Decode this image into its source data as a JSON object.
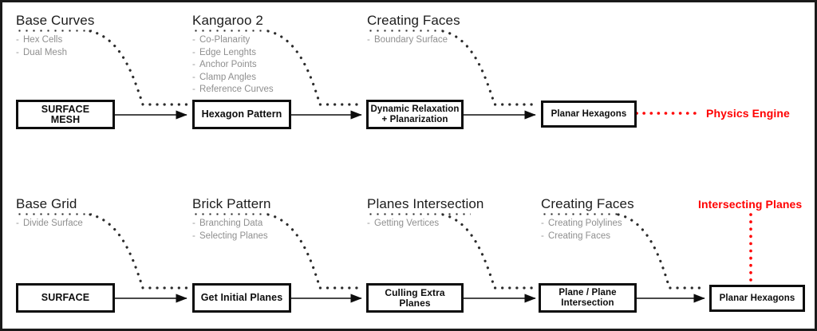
{
  "diagram": {
    "type": "flowchart",
    "accent_color": "#FF0000",
    "line_color": "#0d0d0d",
    "subitem_color": "#8f8f8f",
    "rows": [
      {
        "id": "row-hexagons",
        "groups": [
          {
            "title": "Base Curves",
            "items": [
              "Hex Cells",
              "Dual Mesh"
            ]
          },
          {
            "title": "Kangaroo 2",
            "items": [
              "Co-Planarity",
              "Edge Lenghts",
              "Anchor Points",
              "Clamp Angles",
              "Reference Curves"
            ]
          },
          {
            "title": "Creating Faces",
            "items": [
              "Boundary Surface"
            ]
          }
        ],
        "nodes": [
          {
            "id": "surface-mesh",
            "lines": [
              "SURFACE",
              "MESH"
            ]
          },
          {
            "id": "hexagon-pattern",
            "lines": [
              "Hexagon Pattern"
            ]
          },
          {
            "id": "dynamic-relaxation",
            "lines": [
              "Dynamic Relaxation",
              "+ Planarization"
            ]
          },
          {
            "id": "planar-hexagons-top",
            "lines": [
              "Planar Hexagons"
            ]
          }
        ],
        "annotation": {
          "id": "physics-engine",
          "label": "Physics Engine"
        }
      },
      {
        "id": "row-planes",
        "groups": [
          {
            "title": "Base Grid",
            "items": [
              "Divide Surface"
            ]
          },
          {
            "title": "Brick Pattern",
            "items": [
              "Branching Data",
              "Selecting Planes"
            ]
          },
          {
            "title": "Planes Intersection",
            "items": [
              "Getting Vertices"
            ]
          },
          {
            "title": "Creating Faces",
            "items": [
              "Creating Polylines",
              "Creating Faces"
            ]
          }
        ],
        "nodes": [
          {
            "id": "surface",
            "lines": [
              "SURFACE"
            ]
          },
          {
            "id": "get-initial-planes",
            "lines": [
              "Get Initial Planes"
            ]
          },
          {
            "id": "culling-extra-planes",
            "lines": [
              "Culling Extra Planes"
            ]
          },
          {
            "id": "plane-plane-intersection",
            "lines": [
              "Plane / Plane",
              "Intersection"
            ]
          },
          {
            "id": "planar-hexagons-bottom",
            "lines": [
              "Planar Hexagons"
            ]
          }
        ],
        "annotation": {
          "id": "intersecting-planes",
          "label": "Intersecting Planes"
        }
      }
    ]
  }
}
